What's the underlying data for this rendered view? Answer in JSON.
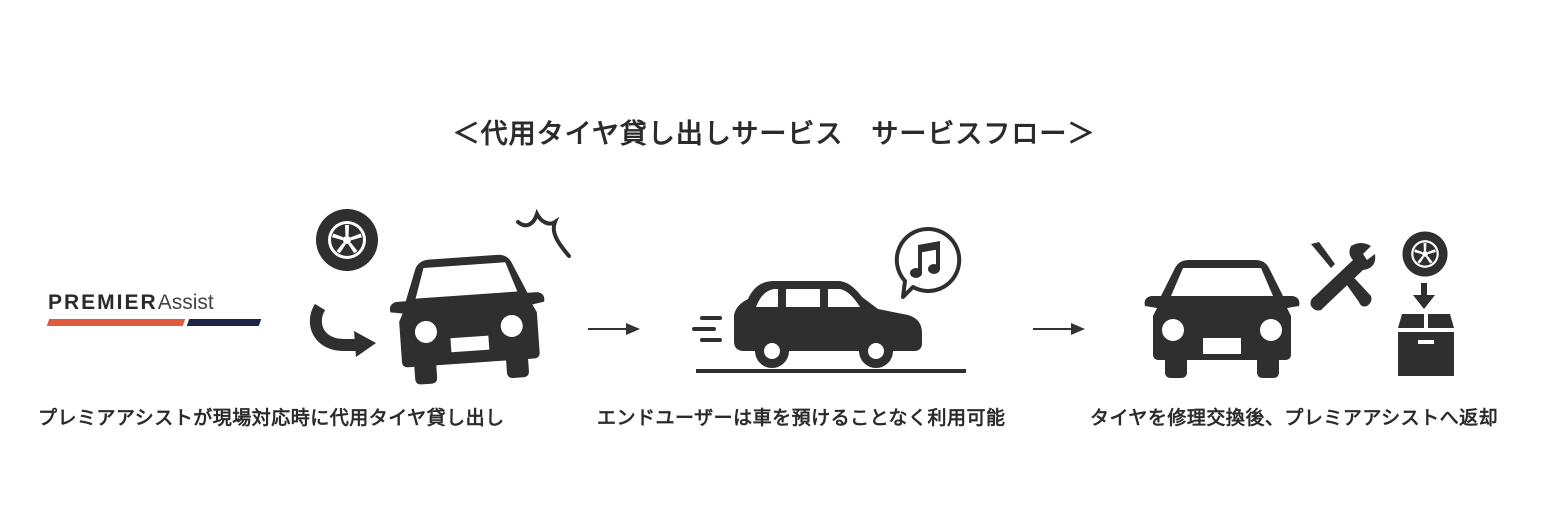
{
  "title": "＜代用タイヤ貸し出しサービス　サービスフロー＞",
  "logo": {
    "text_bold": "PREMIER",
    "text_regular": "Assist",
    "stripe_colors": [
      "#e05a3e",
      "#1c2448"
    ]
  },
  "steps": [
    {
      "caption": "プレミアアシストが現場対応時に代用タイヤ貸し出し",
      "icons": [
        "tire-icon",
        "rotate-arrow-icon",
        "broken-car-icon",
        "trouble-mark-icon"
      ]
    },
    {
      "caption": "エンドユーザーは車を預けることなく利用可能",
      "icons": [
        "moving-car-icon",
        "music-bubble-icon"
      ]
    },
    {
      "caption": "タイヤを修理交換後、プレミアアシストへ返却",
      "icons": [
        "car-front-icon",
        "tools-icon",
        "tire-icon",
        "down-arrow-icon",
        "box-icon"
      ]
    }
  ],
  "flow_arrows": [
    "right-arrow-icon",
    "right-arrow-icon"
  ],
  "colors": {
    "icon": "#2f2f2f",
    "text": "#2b2b2b",
    "background": "#ffffff"
  }
}
